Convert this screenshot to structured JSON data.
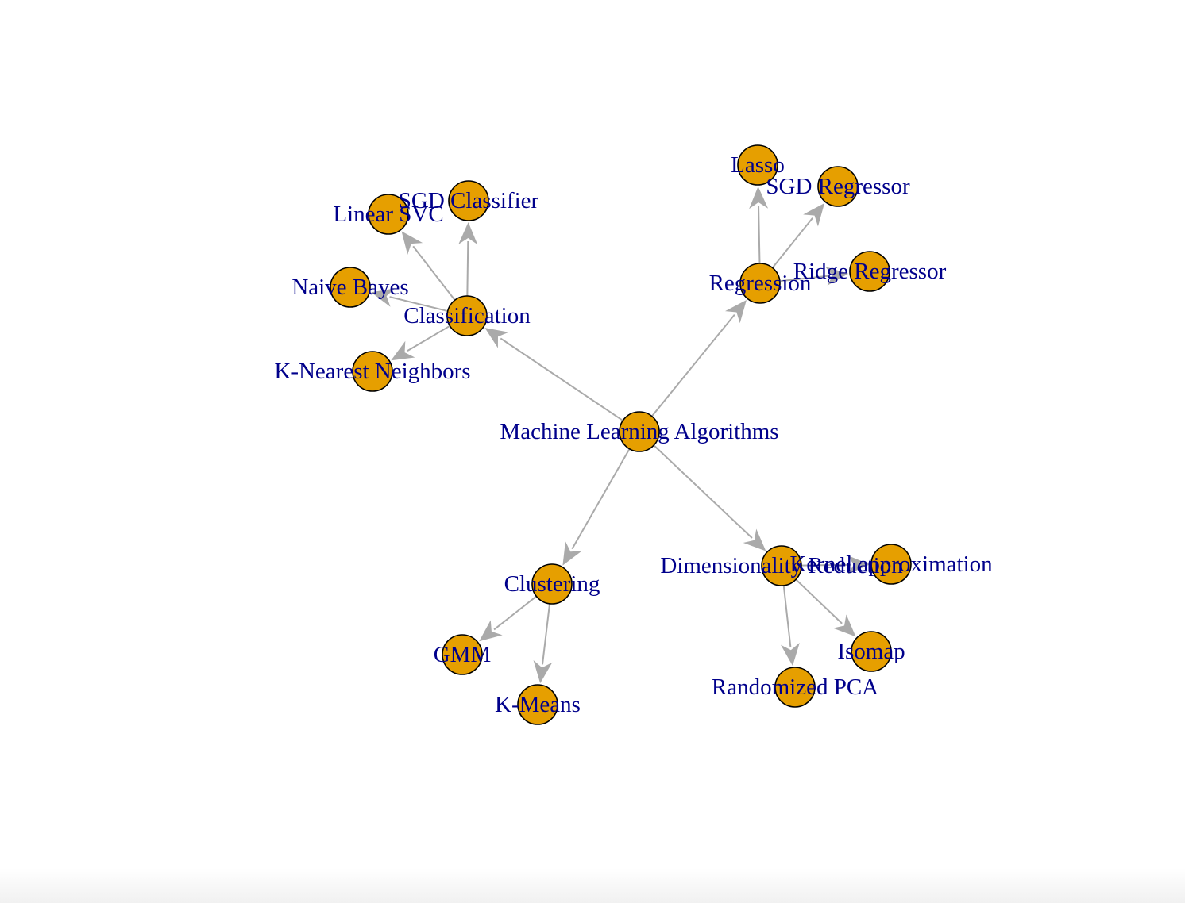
{
  "colors": {
    "node_fill": "#e69f00",
    "node_stroke": "#000000",
    "edge": "#aaaaaa",
    "label": "#00008b"
  },
  "graph": {
    "nodes": [
      {
        "id": "ml",
        "label": "Machine Learning Algorithms"
      },
      {
        "id": "classification",
        "label": "Classification"
      },
      {
        "id": "regression",
        "label": "Regression"
      },
      {
        "id": "clustering",
        "label": "Clustering"
      },
      {
        "id": "dimred",
        "label": "Dimensionality Reduction"
      },
      {
        "id": "linearsvc",
        "label": "Linear SVC"
      },
      {
        "id": "sgdc",
        "label": "SGD Classifier"
      },
      {
        "id": "naivebayes",
        "label": "Naive Bayes"
      },
      {
        "id": "knn",
        "label": "K-Nearest Neighbors"
      },
      {
        "id": "lasso",
        "label": "Lasso"
      },
      {
        "id": "sgdr",
        "label": "SGD Regressor"
      },
      {
        "id": "ridge",
        "label": "Ridge Regressor"
      },
      {
        "id": "gmm",
        "label": "GMM"
      },
      {
        "id": "kmeans",
        "label": "K-Means"
      },
      {
        "id": "kernel",
        "label": "Kernel approximation"
      },
      {
        "id": "isomap",
        "label": "Isomap"
      },
      {
        "id": "rpca",
        "label": "Randomized PCA"
      }
    ],
    "edges": [
      [
        "ml",
        "classification"
      ],
      [
        "ml",
        "regression"
      ],
      [
        "ml",
        "clustering"
      ],
      [
        "ml",
        "dimred"
      ],
      [
        "classification",
        "linearsvc"
      ],
      [
        "classification",
        "sgdc"
      ],
      [
        "classification",
        "naivebayes"
      ],
      [
        "classification",
        "knn"
      ],
      [
        "regression",
        "lasso"
      ],
      [
        "regression",
        "sgdr"
      ],
      [
        "regression",
        "ridge"
      ],
      [
        "clustering",
        "gmm"
      ],
      [
        "clustering",
        "kmeans"
      ],
      [
        "dimred",
        "kernel"
      ],
      [
        "dimred",
        "isomap"
      ],
      [
        "dimred",
        "rpca"
      ]
    ]
  }
}
